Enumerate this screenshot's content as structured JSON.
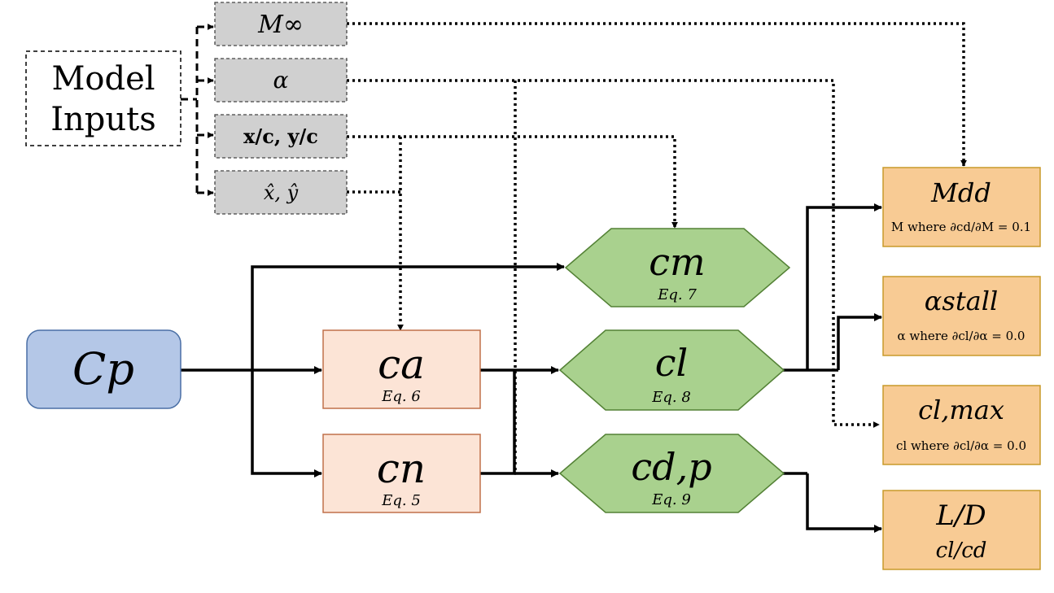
{
  "model_inputs": {
    "title_line1": "Model",
    "title_line2": "Inputs",
    "inputs": [
      {
        "id": "mach",
        "label": "M∞"
      },
      {
        "id": "alpha",
        "label": "α"
      },
      {
        "id": "coords",
        "label": "x/c, y/c"
      },
      {
        "id": "normals",
        "label": "x̂, ŷ"
      }
    ]
  },
  "cp": {
    "label": "Cp"
  },
  "force_coeffs": [
    {
      "id": "ca",
      "label": "ca",
      "eq": "Eq. 6"
    },
    {
      "id": "cn",
      "label": "cn",
      "eq": "Eq. 5"
    }
  ],
  "aero_coeffs": [
    {
      "id": "cm",
      "label": "cm",
      "eq": "Eq. 7"
    },
    {
      "id": "cl",
      "label": "cl",
      "eq": "Eq. 8"
    },
    {
      "id": "cdp",
      "label": "cd,p",
      "eq": "Eq. 9"
    }
  ],
  "outputs": [
    {
      "id": "mdd",
      "label": "Mdd",
      "sub": "M where ∂cd/∂M = 0.1"
    },
    {
      "id": "astall",
      "label": "αstall",
      "sub": "α where ∂cl/∂α = 0.0"
    },
    {
      "id": "clmax",
      "label": "cl,max",
      "sub": "cl where ∂cl/∂α = 0.0"
    },
    {
      "id": "ld",
      "label": "L/D",
      "sub": "cl/cd"
    }
  ],
  "colors": {
    "input_fill": "#d0d0d0",
    "cp_fill": "#b4c7e7",
    "cp_stroke": "#4a6fa5",
    "force_fill": "#fce4d6",
    "force_stroke": "#c0704a",
    "aero_fill": "#a9d18e",
    "aero_stroke": "#538135",
    "output_fill": "#f8cb94",
    "output_stroke": "#c89a2a"
  }
}
